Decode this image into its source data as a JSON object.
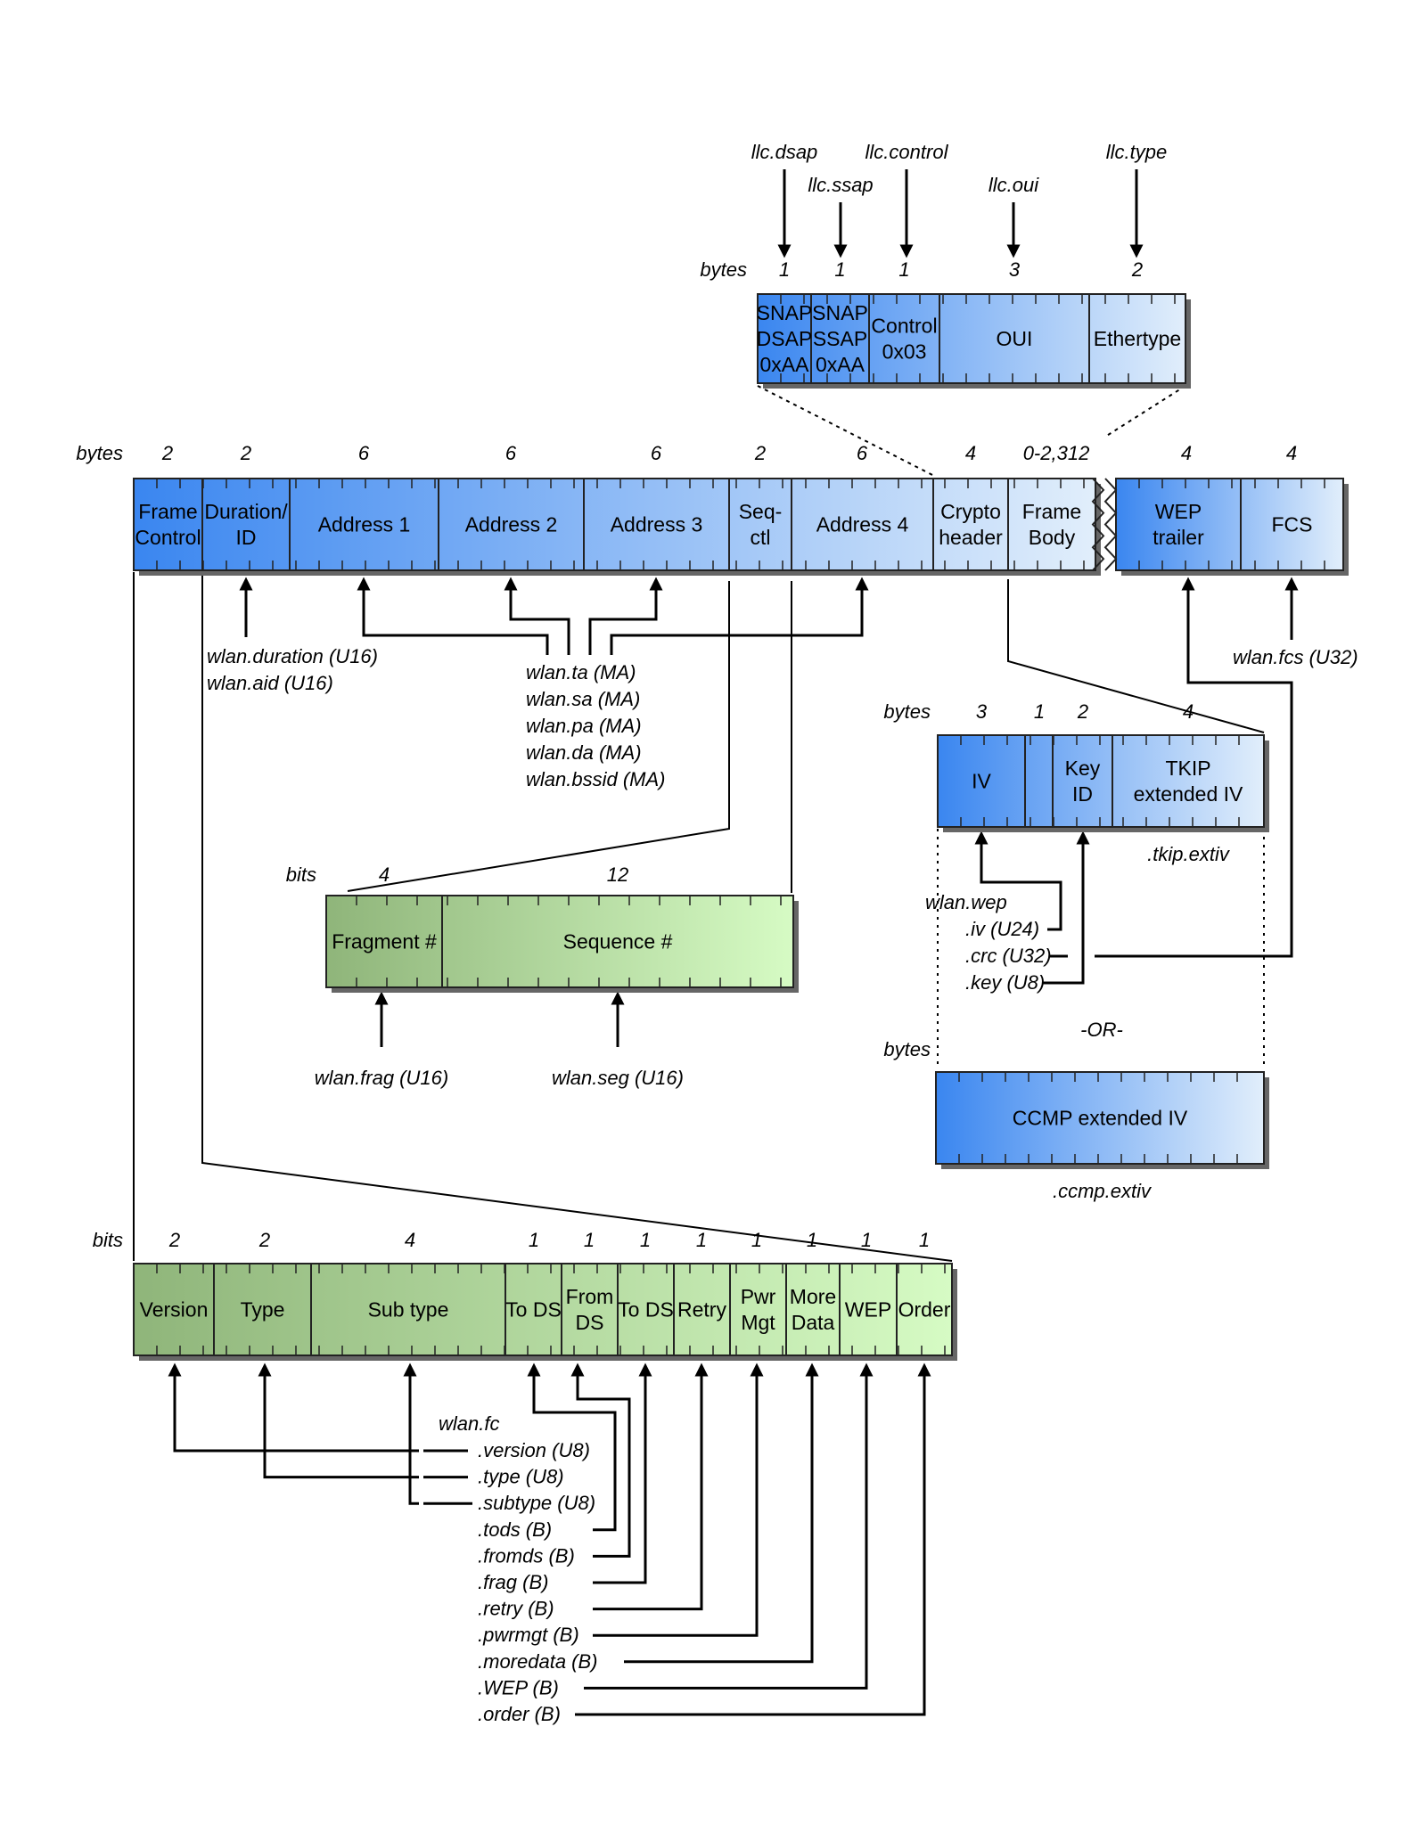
{
  "llc": {
    "pointers": [
      "llc.dsap",
      "llc.ssap",
      "llc.control",
      "llc.oui",
      "llc.type"
    ],
    "bytes_label": "bytes",
    "sizes": [
      "1",
      "1",
      "1",
      "3",
      "2"
    ],
    "fields": [
      {
        "lines": [
          "SNAP",
          "DSAP",
          "0xAA"
        ]
      },
      {
        "lines": [
          "SNAP",
          "SSAP",
          "0xAA"
        ]
      },
      {
        "lines": [
          "Control",
          "0x03"
        ]
      },
      {
        "lines": [
          "OUI"
        ]
      },
      {
        "lines": [
          "Ethertype"
        ]
      }
    ]
  },
  "frame": {
    "bytes_label": "bytes",
    "sizes": [
      "2",
      "2",
      "6",
      "6",
      "6",
      "2",
      "6",
      "4",
      "0-2,312",
      "4",
      "4"
    ],
    "fields": [
      {
        "lines": [
          "Frame",
          "Control"
        ]
      },
      {
        "lines": [
          "Duration/",
          "ID"
        ]
      },
      {
        "lines": [
          "Address 1"
        ]
      },
      {
        "lines": [
          "Address 2"
        ]
      },
      {
        "lines": [
          "Address 3"
        ]
      },
      {
        "lines": [
          "Seq-",
          "ctl"
        ]
      },
      {
        "lines": [
          "Address 4"
        ]
      },
      {
        "lines": [
          "Crypto",
          "header"
        ]
      },
      {
        "lines": [
          "Frame",
          "Body"
        ]
      },
      {
        "lines": [
          "WEP",
          "trailer"
        ]
      },
      {
        "lines": [
          "FCS"
        ]
      }
    ],
    "duration_names": [
      "wlan.duration (U16)",
      "wlan.aid (U16)"
    ],
    "address_names": [
      "wlan.ta (MA)",
      "wlan.sa (MA)",
      "wlan.pa (MA)",
      "wlan.da (MA)",
      "wlan.bssid (MA)"
    ],
    "fcs_name": "wlan.fcs (U32)"
  },
  "seqctl": {
    "bits_label": "bits",
    "sizes": [
      "4",
      "12"
    ],
    "fields": [
      {
        "lines": [
          "Fragment #"
        ]
      },
      {
        "lines": [
          "Sequence #"
        ]
      }
    ],
    "names": [
      "wlan.frag (U16)",
      "wlan.seg (U16)"
    ]
  },
  "wep": {
    "bytes_label": "bytes",
    "sizes": [
      "3",
      "1",
      "2",
      "4"
    ],
    "fields": [
      {
        "lines": [
          "IV"
        ]
      },
      {
        "lines": [
          ""
        ]
      },
      {
        "lines": [
          "Key",
          "ID"
        ]
      },
      {
        "lines": [
          "TKIP",
          "extended IV"
        ]
      }
    ],
    "tkip_name": ".tkip.extiv",
    "prefix": "wlan.wep",
    "names": [
      ".iv (U24)",
      ".crc (U32)",
      ".key (U8)"
    ],
    "or_label": "-OR-",
    "ccmp_bytes_label": "bytes",
    "ccmp_field": "CCMP extended IV",
    "ccmp_name": ".ccmp.extiv"
  },
  "fc": {
    "bits_label": "bits",
    "sizes": [
      "2",
      "2",
      "4",
      "1",
      "1",
      "1",
      "1",
      "1",
      "1",
      "1",
      "1"
    ],
    "fields": [
      {
        "lines": [
          "Version"
        ]
      },
      {
        "lines": [
          "Type"
        ]
      },
      {
        "lines": [
          "Sub type"
        ]
      },
      {
        "lines": [
          "To DS"
        ]
      },
      {
        "lines": [
          "From",
          "DS"
        ]
      },
      {
        "lines": [
          "To DS"
        ]
      },
      {
        "lines": [
          "Retry"
        ]
      },
      {
        "lines": [
          "Pwr",
          "Mgt"
        ]
      },
      {
        "lines": [
          "More",
          "Data"
        ]
      },
      {
        "lines": [
          "WEP"
        ]
      },
      {
        "lines": [
          "Order"
        ]
      }
    ],
    "prefix": "wlan.fc",
    "names": [
      ".version (U8)",
      ".type (U8)",
      ".subtype (U8)",
      ".tods (B)",
      ".fromds (B)",
      ".frag (B)",
      ".retry (B)",
      ".pwrmgt (B)",
      ".moredata (B)",
      ".WEP (B)",
      ".order (B)"
    ]
  },
  "colors": {
    "blue_dark": "#3a86f0",
    "blue_light": "#e1eefb",
    "green_dark": "#8fb57a",
    "green_light": "#d6fbc4",
    "outline": "#222222"
  }
}
